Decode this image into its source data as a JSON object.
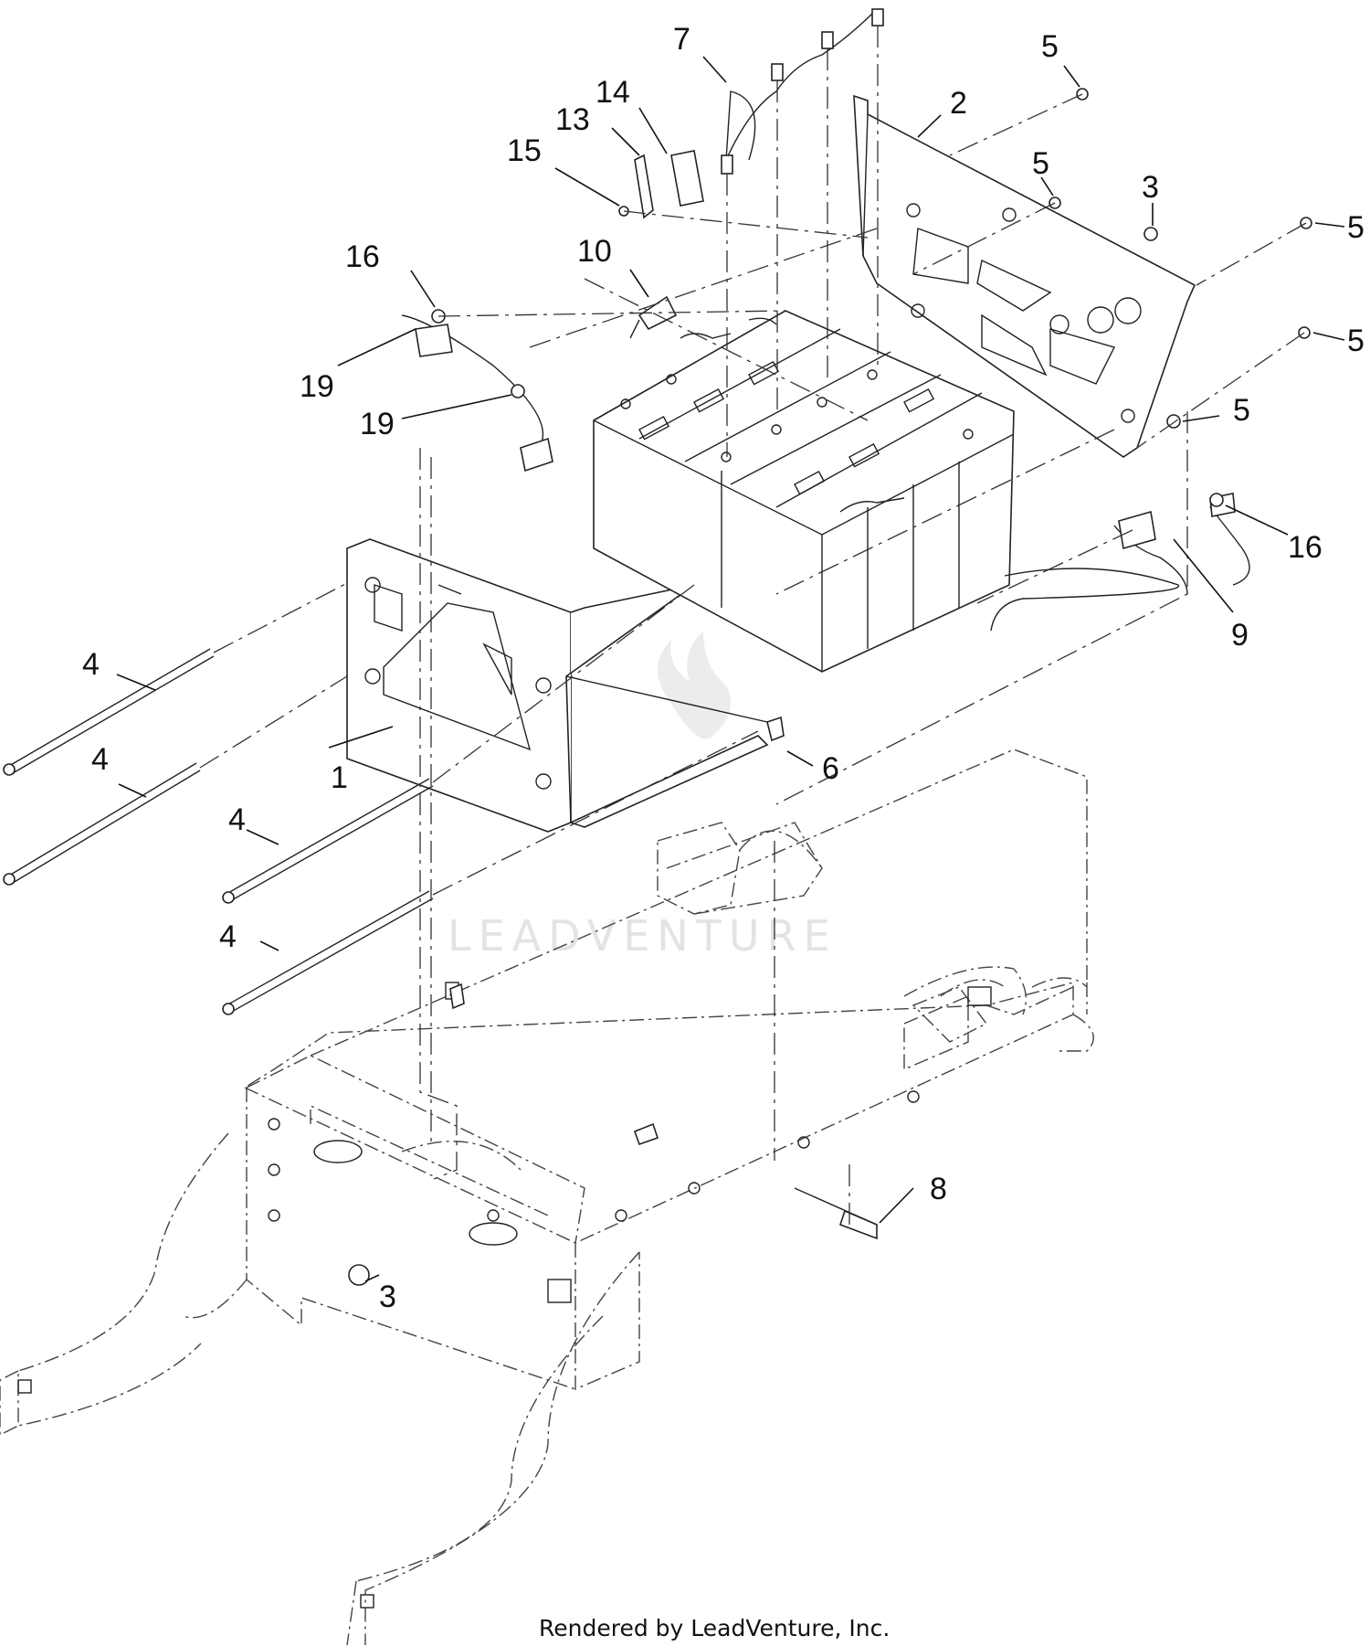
{
  "diagram": {
    "callouts": [
      {
        "id": "c7",
        "label": "7"
      },
      {
        "id": "c14",
        "label": "14"
      },
      {
        "id": "c13",
        "label": "13"
      },
      {
        "id": "c15",
        "label": "15"
      },
      {
        "id": "c5a",
        "label": "5"
      },
      {
        "id": "c2",
        "label": "2"
      },
      {
        "id": "c5b",
        "label": "5"
      },
      {
        "id": "c3a",
        "label": "3"
      },
      {
        "id": "c5c",
        "label": "5"
      },
      {
        "id": "c16a",
        "label": "16"
      },
      {
        "id": "c10",
        "label": "10"
      },
      {
        "id": "c5d",
        "label": "5"
      },
      {
        "id": "c19a",
        "label": "19"
      },
      {
        "id": "c19b",
        "label": "19"
      },
      {
        "id": "c5e",
        "label": "5"
      },
      {
        "id": "c16b",
        "label": "16"
      },
      {
        "id": "c9",
        "label": "9"
      },
      {
        "id": "c4a",
        "label": "4"
      },
      {
        "id": "c4b",
        "label": "4"
      },
      {
        "id": "c1",
        "label": "1"
      },
      {
        "id": "c6",
        "label": "6"
      },
      {
        "id": "c4c",
        "label": "4"
      },
      {
        "id": "c4d",
        "label": "4"
      },
      {
        "id": "c8",
        "label": "8"
      },
      {
        "id": "c3b",
        "label": "3"
      }
    ],
    "watermark": "LEADVENTURE",
    "footer": "Rendered by LeadVenture, Inc."
  }
}
